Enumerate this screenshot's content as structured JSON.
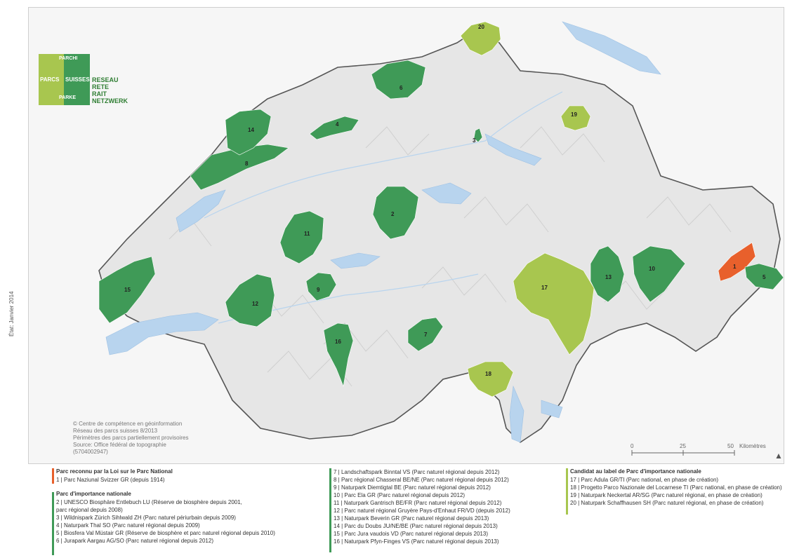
{
  "colors": {
    "national_park": "#e8602c",
    "park_importance": "#3f9a57",
    "candidate": "#a8c64f",
    "lake": "#b8d4ee",
    "relief": "#e2e2e2",
    "border": "#555555"
  },
  "logo": {
    "parcs": "PARCS",
    "parchi": "PARCHI",
    "suisses": "SUISSES",
    "parke": "PARKE",
    "words": [
      "RESEAU",
      "RETE",
      "RAIT",
      "NETZWERK"
    ]
  },
  "parks": [
    {
      "id": "1",
      "num": "1",
      "kind": "national_park"
    },
    {
      "id": "2",
      "num": "2",
      "kind": "park_importance"
    },
    {
      "id": "3",
      "num": "3",
      "kind": "park_importance"
    },
    {
      "id": "4",
      "num": "4",
      "kind": "park_importance"
    },
    {
      "id": "5",
      "num": "5",
      "kind": "park_importance"
    },
    {
      "id": "6",
      "num": "6",
      "kind": "park_importance"
    },
    {
      "id": "7",
      "num": "7",
      "kind": "park_importance"
    },
    {
      "id": "8",
      "num": "8",
      "kind": "park_importance"
    },
    {
      "id": "9",
      "num": "9",
      "kind": "park_importance"
    },
    {
      "id": "10",
      "num": "10",
      "kind": "park_importance"
    },
    {
      "id": "11",
      "num": "11",
      "kind": "park_importance"
    },
    {
      "id": "12",
      "num": "12",
      "kind": "park_importance"
    },
    {
      "id": "13",
      "num": "13",
      "kind": "park_importance"
    },
    {
      "id": "14",
      "num": "14",
      "kind": "park_importance"
    },
    {
      "id": "15",
      "num": "15",
      "kind": "park_importance"
    },
    {
      "id": "16",
      "num": "16",
      "kind": "park_importance"
    },
    {
      "id": "17",
      "num": "17",
      "kind": "candidate"
    },
    {
      "id": "18",
      "num": "18",
      "kind": "candidate"
    },
    {
      "id": "19",
      "num": "19",
      "kind": "candidate"
    },
    {
      "id": "20",
      "num": "20",
      "kind": "candidate"
    }
  ],
  "credits": [
    "© Centre de compétence en géoinformation",
    "Réseau des parcs suisses 8/2013",
    "Périmètres des parcs partiellement provisoires",
    "Source: Office fédéral de topographie",
    "(5704002947)"
  ],
  "date_label": "État: Janvier 2014",
  "scale": {
    "tick0": "0",
    "tick1": "25",
    "tick2": "50",
    "unit": "Kilomètres"
  },
  "north": "▲",
  "legend": {
    "national": {
      "heading": "Parc reconnu par la Loi sur le Parc National",
      "items": [
        "1 | Parc Naziunal Svizzer GR (depuis 1914)"
      ]
    },
    "importance": {
      "heading": "Parc d'importance nationale",
      "items_a": [
        "2 | UNESCO Biosphäre Entlebuch LU (Réserve de biosphère depuis 2001,",
        "     parc régional depuis 2008)",
        "3 | Wildnispark Zürich Sihlwald ZH (Parc naturel périurbain depuis 2009)",
        "4 | Naturpark Thal SO (Parc naturel régional depuis 2009)",
        "5 | Biosfera Val Müstair GR (Réserve de biosphère et parc naturel régional depuis 2010)",
        "6 | Jurapark Aargau AG/SO (Parc naturel régional depuis 2012)"
      ],
      "items_b": [
        "7 | Landschaftspark Binntal VS (Parc naturel régional depuis 2012)",
        "8 | Parc régional Chasseral BE/NE (Parc naturel régional depuis 2012)",
        "9 | Naturpark Diemtigtal BE (Parc naturel régional depuis 2012)",
        "10 | Parc Ela GR (Parc naturel régional depuis 2012)",
        "11 | Naturpark Gantrisch BE/FR (Parc naturel régional depuis 2012)",
        "12 | Parc naturel régional Gruyère Pays-d'Enhaut FR/VD (depuis 2012)",
        "13 | Naturpark Beverin GR (Parc naturel régional depuis 2013)",
        "14 | Parc du Doubs JU/NE/BE (Parc naturel régional depuis 2013)",
        "15 | Parc Jura vaudois VD (Parc naturel régional depuis 2013)",
        "16 | Naturpark Pfyn-Finges VS (Parc naturel régional depuis 2013)"
      ]
    },
    "candidate": {
      "heading": "Candidat au label de Parc d'importance nationale",
      "items": [
        "17 | Parc Adula GR/TI (Parc national, en phase de création)",
        "18 | Progetto Parco Nazionale del Locarnese TI (Parc national, en phase de création)",
        "19 | Naturpark Neckertal AR/SG (Parc naturel régional, en phase de création)",
        "20 | Naturpark Schaffhausen SH (Parc naturel régional, en phase de création)"
      ]
    }
  }
}
